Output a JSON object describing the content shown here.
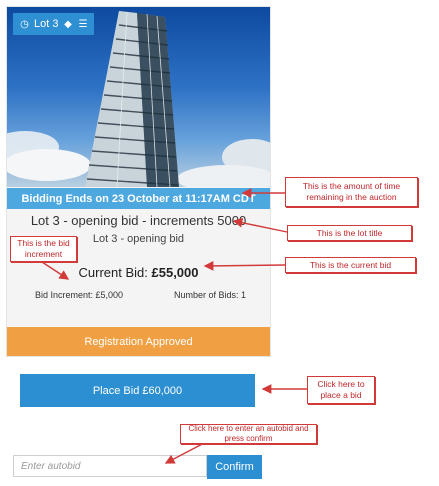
{
  "lot_badge": {
    "label": "Lot 3",
    "icons": [
      "clock-icon",
      "binoculars-icon",
      "list-icon"
    ]
  },
  "ends": {
    "text": "Bidding Ends on 23 October at 11:17AM CDT"
  },
  "lot": {
    "title": "Lot 3 - opening bid - increments 5000",
    "subtitle": "Lot 3 - opening bid"
  },
  "bid": {
    "current_label": "Current Bid:",
    "current_value": "£55,000",
    "increment_text": "Bid Increment: £5,000",
    "count_text": "Number of Bids: 1"
  },
  "registration": {
    "text": "Registration Approved"
  },
  "place_bid": {
    "label": "Place Bid £60,000"
  },
  "autobid": {
    "placeholder": "Enter autobid",
    "confirm_label": "Confirm"
  },
  "annotations": {
    "time": "This is the amount of time remaining in the auction",
    "title": "This is the lot title",
    "increment": "This is the bid increment",
    "current": "This is the current bid",
    "place": "Click here to place a bid",
    "autobid": "Click here to enter an autobid and press confirm"
  },
  "colors": {
    "accent": "#2c8fd1",
    "orange": "#f0a042",
    "annotation": "#c0262a"
  }
}
